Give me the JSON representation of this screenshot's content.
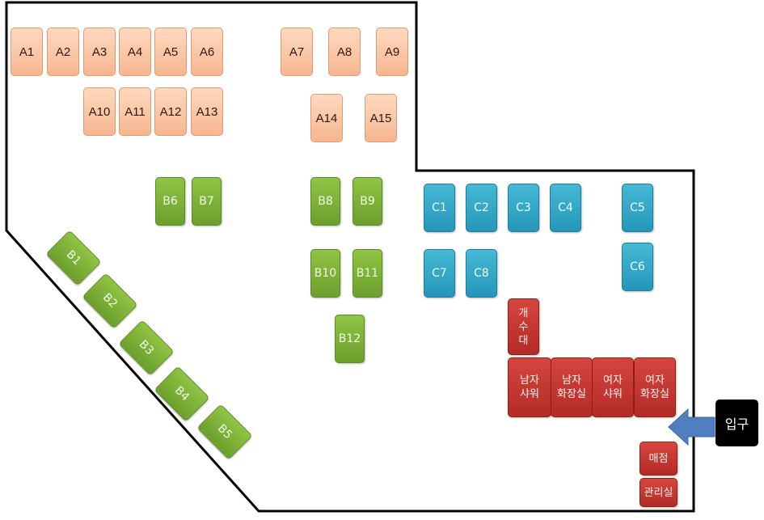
{
  "zones": {
    "a": {
      "color": "#f8c4a2",
      "sites": [
        "A1",
        "A2",
        "A3",
        "A4",
        "A5",
        "A6",
        "A7",
        "A8",
        "A9",
        "A10",
        "A11",
        "A12",
        "A13",
        "A14",
        "A15"
      ]
    },
    "b": {
      "color": "#7cb236",
      "sites": [
        "B1",
        "B2",
        "B3",
        "B4",
        "B5",
        "B6",
        "B7",
        "B8",
        "B9",
        "B10",
        "B11",
        "B12"
      ]
    },
    "c": {
      "color": "#2ea7c7",
      "sites": [
        "C1",
        "C2",
        "C3",
        "C4",
        "C5",
        "C6",
        "C7",
        "C8"
      ]
    }
  },
  "facilities": {
    "color": "#c4342e",
    "sink": "개\n수\n대",
    "men_shower": "남자\n샤워",
    "men_toilet": "남자\n화장실",
    "women_shower": "여자\n샤워",
    "women_toilet": "여자\n화장실",
    "store": "매점",
    "office": "관리실"
  },
  "entrance": {
    "label": "입구",
    "arrow_color": "#4f7ec1"
  }
}
